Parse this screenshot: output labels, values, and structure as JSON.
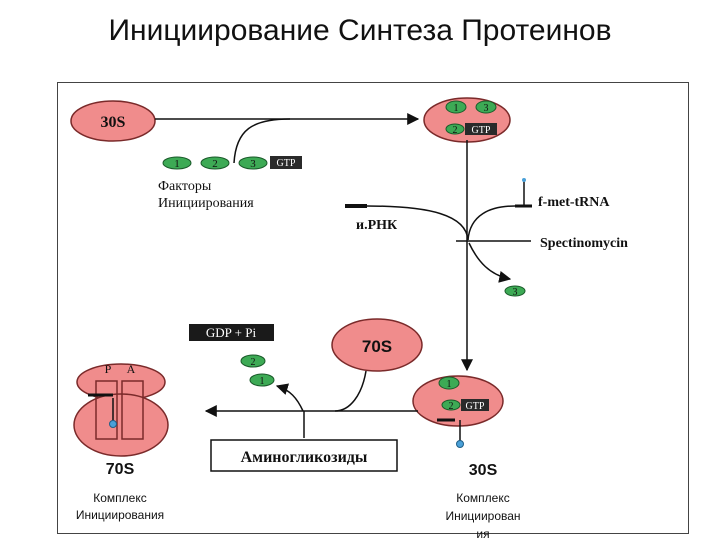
{
  "title": "Инициирование Синтеза Протеинов",
  "ribosome_top": {
    "label": "30S"
  },
  "factor_labels": {
    "one": "1",
    "two": "2",
    "three": "3",
    "gtp": "GTP"
  },
  "factors_text": {
    "line1": "Факторы",
    "line2": "Инициирования"
  },
  "mrna_label": "и.РНК",
  "trna_label": "f-met-tRNA",
  "spectinomycin_label": "Spectinomycin",
  "gdp_label": "GDP + Pi",
  "ribosome_70s_center": {
    "label": "70S"
  },
  "aminoglycosides_label": "Аминогликозиды",
  "complex_left": {
    "site_p": "P",
    "site_a": "A",
    "label": "70S",
    "caption1": "Комплекс",
    "caption2": "Инициирования"
  },
  "complex_right": {
    "label": "30S",
    "caption1": "Комплекс",
    "caption2": "Инициирован",
    "caption3": "ия"
  },
  "colors": {
    "ribosome": "#f08c8c",
    "ribosome_stroke": "#7a2a2a",
    "factor": "#3daa55",
    "gtp_box": "#2a2a2a",
    "gdp_box": "#1a1a1a",
    "line": "#111111",
    "trna_dot": "#4aa0d8"
  }
}
